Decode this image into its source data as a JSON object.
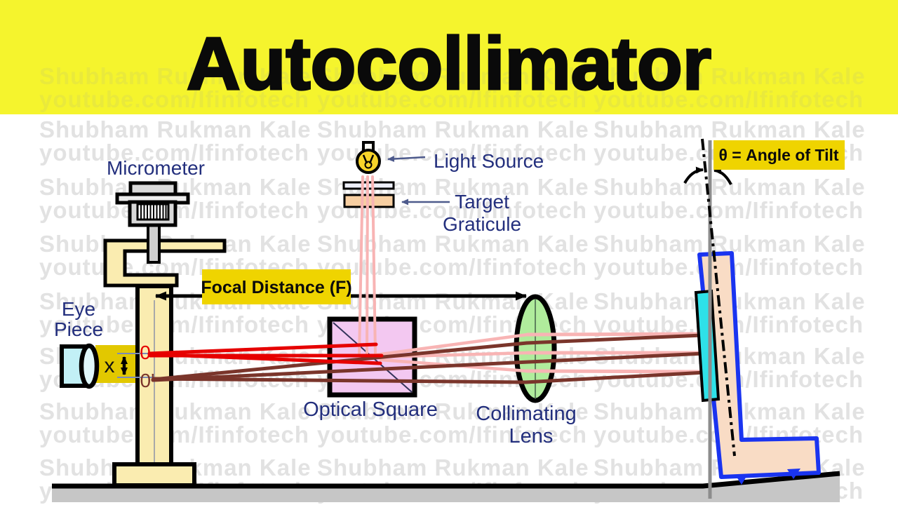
{
  "title": "Autocollimator",
  "watermark": {
    "line1": "Shubham Rukman Kale",
    "line2": "youtube.com/Ifinfotech"
  },
  "labels": {
    "micrometer": "Micrometer",
    "eye_piece_line1": "Eye",
    "eye_piece_line2": "Piece",
    "displacement": "x",
    "scale_zero": "0",
    "scale_zero_prime": "0'",
    "light_source": "Light Source",
    "target_line1": "Target",
    "target_line2": "Graticule",
    "focal_distance": "Focal Distance (F)",
    "optical_square": "Optical Square",
    "collimating_line1": "Collimating",
    "collimating_line2": "Lens",
    "angle_of_tilt": "θ = Angle of Tilt"
  },
  "colors": {
    "banner": "#F5F42D",
    "label_box_gold": "#EFD400",
    "x_box_gold": "#E2C800",
    "navy": "#232F7D",
    "cream": "#FAECB0",
    "square_pink": "#F3C8F1",
    "lens_green": "#B0EC9C",
    "mirror_cyan": "#2EE1E8",
    "bracket_peach": "#F9DCC5",
    "bracket_blue": "#1A34F0",
    "ray_red": "#E60000",
    "ray_brown": "#7A352B",
    "ray_pink": "#F8B4B4",
    "ground_gray": "#C6C6C6"
  }
}
